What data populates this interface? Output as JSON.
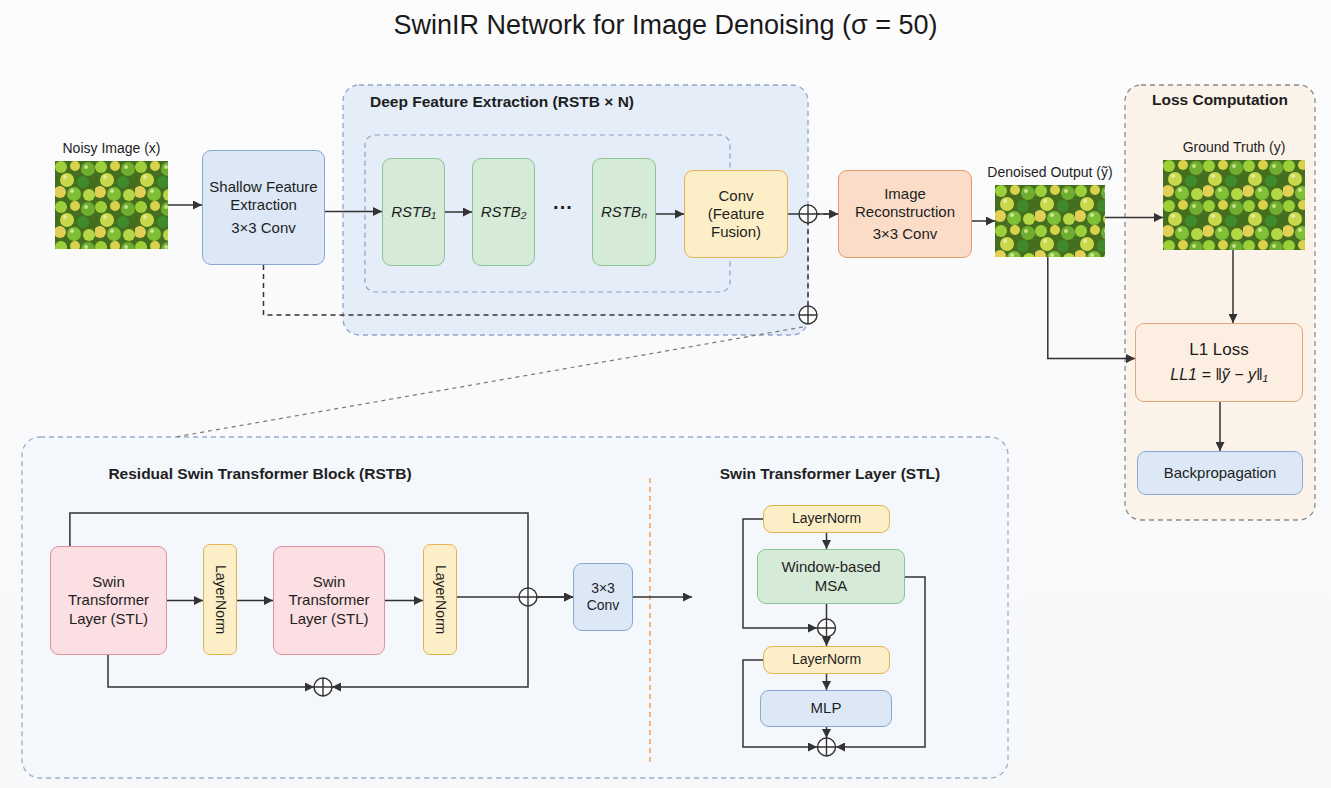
{
  "diagram": {
    "title": "SwinIR Network for Image Denoising (σ = 50)",
    "nodes": [
      {
        "text": [
          "Noisy Image (x)"
        ]
      },
      {
        "text": [
          "Shallow Feature Extraction",
          "3×3 Conv"
        ]
      },
      {
        "text": [
          "Deep Feature Extraction (RSTB × N)"
        ]
      },
      {
        "text": [
          "RSTB₁"
        ],
        "in": 2
      },
      {
        "text": [
          "RSTB₂"
        ],
        "in": 2
      },
      {
        "text": [
          "RSTBₙ"
        ],
        "in": 2
      },
      {
        "text": [
          "Conv (Feature Fusion)"
        ],
        "in": 2
      },
      {
        "text": [
          "Image Reconstruction",
          "3×3 Conv"
        ]
      },
      {
        "text": [
          "Denoised Output (ỹ)"
        ]
      },
      {
        "text": [
          "Loss Computation"
        ]
      },
      {
        "text": [
          "Ground Truth (y)"
        ],
        "in": 9
      },
      {
        "text": [
          "L1 Loss",
          "LL1 = ‖ỹ − y‖₁"
        ],
        "in": 9
      },
      {
        "text": [
          "Backpropagation"
        ],
        "in": 9
      },
      {
        "text": [
          "Residual Swin Transformer Block (RSTB)",
          "Swin Transformer Layer (STL)"
        ]
      },
      {
        "text": [
          "Swin Transformer Layer (STL)"
        ],
        "in": 13
      },
      {
        "text": [
          "LayerNorm"
        ],
        "in": 13
      },
      {
        "text": [
          "Swin Transformer Layer (STL)"
        ],
        "in": 13
      },
      {
        "text": [
          "LayerNorm"
        ],
        "in": 13
      },
      {
        "text": [
          "3×3 Conv"
        ],
        "in": 13
      },
      {
        "text": [
          "LayerNorm"
        ],
        "in": 13
      },
      {
        "text": [
          "Window-based MSA"
        ],
        "in": 13
      },
      {
        "text": [
          "LayerNorm"
        ],
        "in": 13
      },
      {
        "text": [
          "MLP"
        ],
        "in": 13
      }
    ],
    "edges": [
      {
        "from": 0,
        "to": 1,
        "arrow": "to"
      },
      {
        "from": 1,
        "to": 3,
        "arrow": "to"
      },
      {
        "from": 3,
        "to": 4,
        "arrow": "to"
      },
      {
        "from": 5,
        "to": 6,
        "arrow": "to"
      },
      {
        "from": 6,
        "to": 7,
        "arrow": "to"
      },
      {
        "from": 1,
        "to": 7,
        "arrow": "to"
      },
      {
        "from": 7,
        "to": 8,
        "arrow": "to"
      },
      {
        "from": 8,
        "to": 10,
        "arrow": "to"
      },
      {
        "from": 10,
        "to": 11,
        "arrow": "to"
      },
      {
        "from": 8,
        "to": 11,
        "arrow": "to"
      },
      {
        "from": 11,
        "to": 12,
        "arrow": "to"
      },
      {
        "from": 14,
        "to": 15,
        "arrow": "to"
      },
      {
        "from": 15,
        "to": 16,
        "arrow": "to"
      },
      {
        "from": 16,
        "to": 17,
        "arrow": "to"
      },
      {
        "from": 17,
        "to": 18,
        "arrow": "to"
      },
      {
        "from": 14,
        "to": 18,
        "arrow": "to"
      },
      {
        "from": 19,
        "to": 20,
        "arrow": "to"
      },
      {
        "from": 20,
        "to": 21,
        "arrow": "to"
      },
      {
        "from": 21,
        "to": 22,
        "arrow": "to"
      }
    ],
    "labels": [
      "···"
    ]
  }
}
